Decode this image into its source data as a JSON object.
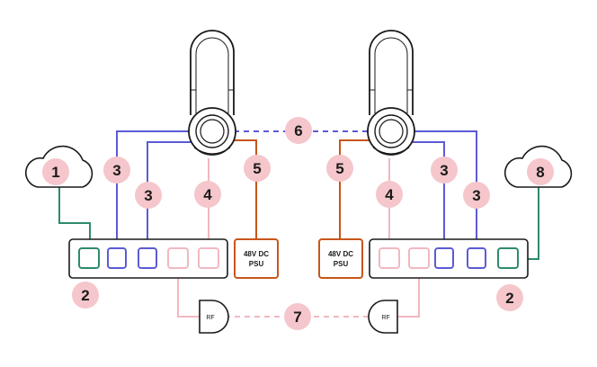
{
  "diagram": {
    "badges": {
      "b1": "1",
      "b2_left": "2",
      "b2_right": "2",
      "b3_left_outer": "3",
      "b3_left_inner": "3",
      "b3_right_inner": "3",
      "b3_right_outer": "3",
      "b4_left": "4",
      "b4_right": "4",
      "b5_left": "5",
      "b5_right": "5",
      "b6": "6",
      "b7": "7",
      "b8": "8"
    },
    "psu_left": {
      "line1": "48V DC",
      "line2": "PSU"
    },
    "psu_right": {
      "line1": "48V DC",
      "line2": "PSU"
    },
    "rf_left": "RF",
    "rf_right": "RF",
    "colors": {
      "badge": "#f5c6cb",
      "blue": "#5b5bd6",
      "green": "#2e8b6a",
      "orange": "#c8561a",
      "pink": "#f2b8c0",
      "outline": "#1a1a1a"
    }
  }
}
